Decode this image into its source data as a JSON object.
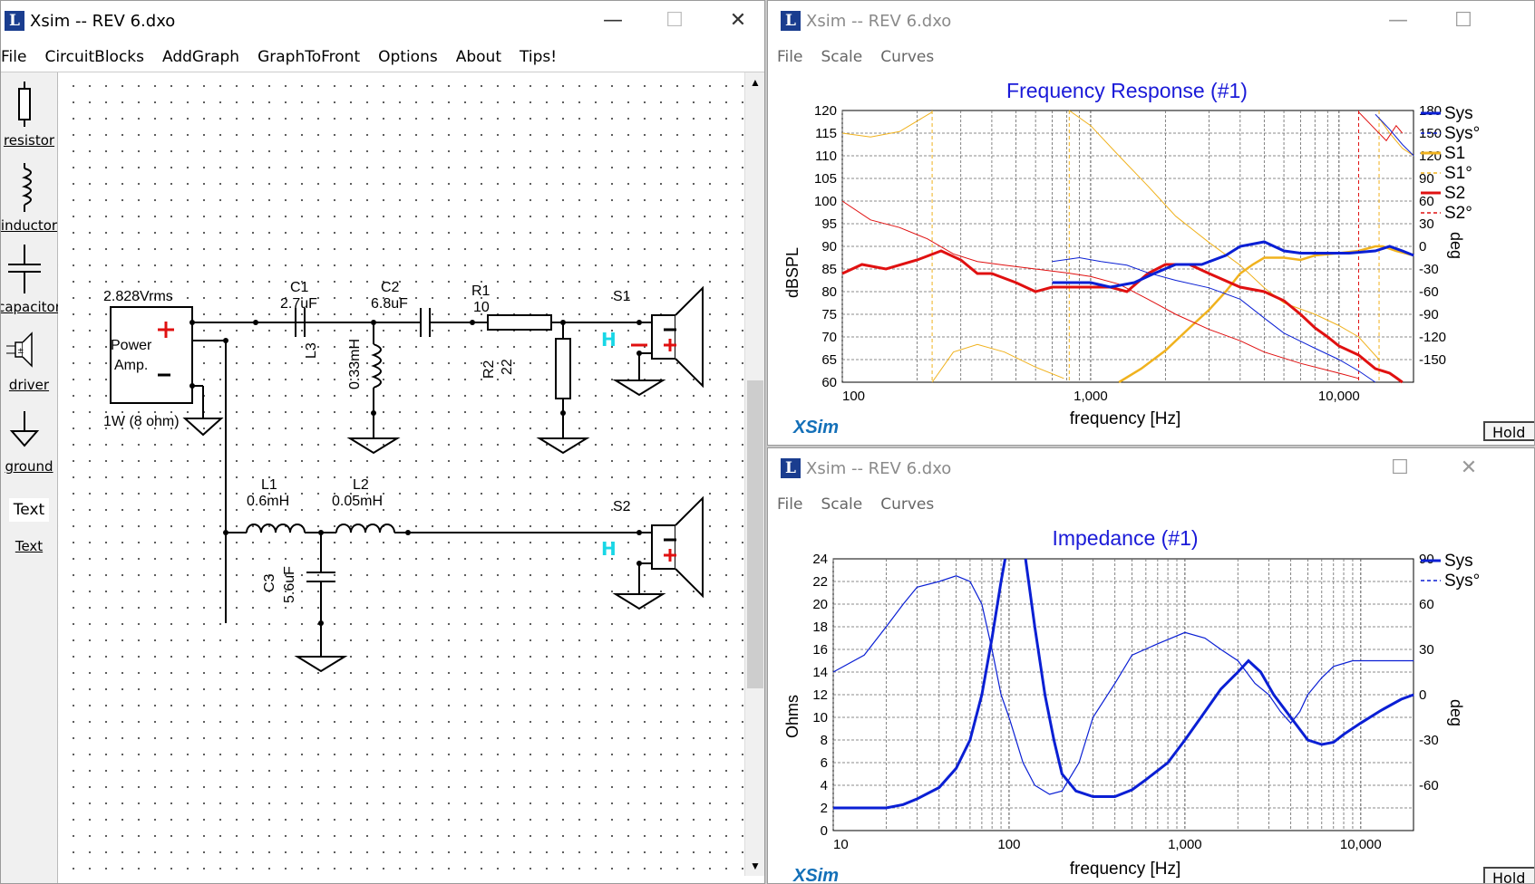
{
  "sim": {
    "title": "Xsim -- REV 6.dxo",
    "menu": [
      "File",
      "CircuitBlocks",
      "AddGraph",
      "GraphToFront",
      "Options",
      "About",
      "Tips!"
    ],
    "tools": [
      "resistor",
      "inductor",
      "capacitor",
      "driver",
      "ground",
      "Text",
      "Text"
    ],
    "schematic": {
      "source_voltage": "2.828Vrms",
      "source_name": "Power",
      "source_name2": "Amp.",
      "source_spec": "1W (8 ohm)",
      "C1": "C1",
      "C1v": "2.7uF",
      "C2": "C2",
      "C2v": "6.8uF",
      "R1": "R1",
      "R1v": "10",
      "R2": "R2",
      "R2v": "22",
      "L3": "L3",
      "L3v": "0.33mH",
      "L1": "L1",
      "L1v": "0.6mH",
      "L2": "L2",
      "L2v": "0.05mH",
      "C3": "C3",
      "C3v": "5.6uF",
      "S1": "S1",
      "S2": "S2"
    }
  },
  "fr": {
    "title": "Xsim -- REV 6.dxo",
    "menu": [
      "File",
      "Scale",
      "Curves"
    ],
    "graph_title": "Frequency Response (#1)",
    "xlabel": "frequency [Hz]",
    "ylabel": "dBSPL",
    "y2label": "deg",
    "brand": "XSim",
    "hold": "Hold",
    "yticks": [
      "120",
      "115",
      "110",
      "105",
      "100",
      "95",
      "90",
      "85",
      "80",
      "75",
      "70",
      "65",
      "60"
    ],
    "y2ticks": [
      "180",
      "150",
      "120",
      "90",
      "60",
      "30",
      "0",
      "-30",
      "-60",
      "-90",
      "-120",
      "-150"
    ],
    "xticks": [
      "100",
      "1,000",
      "10,000"
    ],
    "legend": [
      "Sys",
      "Sys°",
      "S1",
      "S1°",
      "S2",
      "S2°"
    ],
    "colors": {
      "sys": "#0a1fd4",
      "s1": "#f0b21e",
      "s2": "#e01010"
    }
  },
  "imp": {
    "title": "Xsim -- REV 6.dxo",
    "menu": [
      "File",
      "Scale",
      "Curves"
    ],
    "graph_title": "Impedance (#1)",
    "xlabel": "frequency [Hz]",
    "ylabel": "Ohms",
    "y2label": "deg",
    "brand": "XSim",
    "hold": "Hold",
    "yticks": [
      "24",
      "22",
      "20",
      "18",
      "16",
      "14",
      "12",
      "10",
      "8",
      "6",
      "4",
      "2",
      "0"
    ],
    "y2ticks": [
      "90",
      "60",
      "30",
      "0",
      "-30",
      "-60"
    ],
    "xticks": [
      "10",
      "100",
      "1,000",
      "10,000"
    ],
    "legend": [
      "Sys",
      "Sys°"
    ]
  }
}
